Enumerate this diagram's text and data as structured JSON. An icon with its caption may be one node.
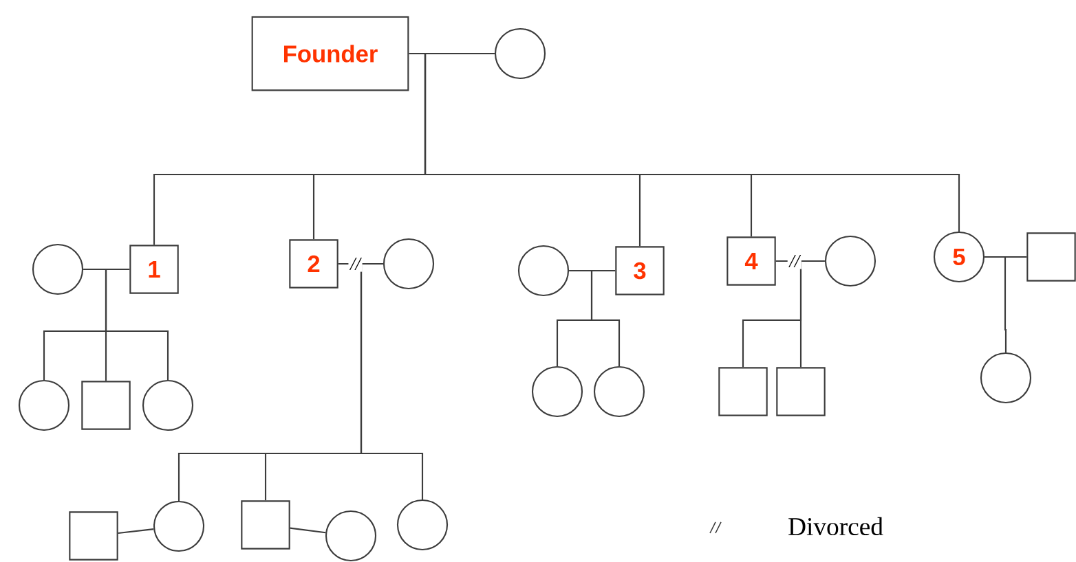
{
  "diagram": {
    "nodes": [
      {
        "text": [
          "Founder"
        ]
      },
      {
        "text": [],
        "shape": "circle"
      },
      {
        "text": [],
        "shape": "circle"
      },
      {
        "text": [
          "1"
        ]
      },
      {
        "text": [
          "2"
        ]
      },
      {
        "text": [],
        "shape": "circle"
      },
      {
        "text": [],
        "shape": "circle"
      },
      {
        "text": [
          "3"
        ]
      },
      {
        "text": [
          "4"
        ]
      },
      {
        "text": [],
        "shape": "circle"
      },
      {
        "text": [
          "5"
        ]
      },
      {
        "text": [],
        "shape": "box"
      },
      {
        "text": [],
        "shape": "circle"
      },
      {
        "text": [],
        "shape": "box"
      },
      {
        "text": [],
        "shape": "circle"
      },
      {
        "text": [],
        "shape": "circle"
      },
      {
        "text": [],
        "shape": "circle"
      },
      {
        "text": [],
        "shape": "box"
      },
      {
        "text": [],
        "shape": "box"
      },
      {
        "text": [],
        "shape": "circle"
      },
      {
        "text": [],
        "shape": "box"
      },
      {
        "text": [],
        "shape": "circle"
      },
      {
        "text": [],
        "shape": "box"
      },
      {
        "text": [],
        "shape": "circle"
      },
      {
        "text": [],
        "shape": "circle"
      }
    ],
    "edges": [
      {
        "from": 0,
        "to": 1,
        "arrow": "none"
      },
      {
        "from": 0,
        "to": 3,
        "arrow": "none"
      },
      {
        "from": 0,
        "to": 4,
        "arrow": "none"
      },
      {
        "from": 0,
        "to": 7,
        "arrow": "none"
      },
      {
        "from": 0,
        "to": 8,
        "arrow": "none"
      },
      {
        "from": 0,
        "to": 10,
        "arrow": "none"
      },
      {
        "from": 2,
        "to": 3,
        "arrow": "none"
      },
      {
        "from": 4,
        "to": 5,
        "arrow": "none",
        "label": "//"
      },
      {
        "from": 6,
        "to": 7,
        "arrow": "none"
      },
      {
        "from": 8,
        "to": 9,
        "arrow": "none",
        "label": "//"
      },
      {
        "from": 10,
        "to": 11,
        "arrow": "none"
      },
      {
        "from": 3,
        "to": 12,
        "arrow": "none"
      },
      {
        "from": 3,
        "to": 13,
        "arrow": "none"
      },
      {
        "from": 3,
        "to": 14,
        "arrow": "none"
      },
      {
        "from": 7,
        "to": 15,
        "arrow": "none"
      },
      {
        "from": 7,
        "to": 16,
        "arrow": "none"
      },
      {
        "from": 8,
        "to": 17,
        "arrow": "none"
      },
      {
        "from": 8,
        "to": 18,
        "arrow": "none"
      },
      {
        "from": 10,
        "to": 19,
        "arrow": "none"
      },
      {
        "from": 4,
        "to": 21,
        "arrow": "none"
      },
      {
        "from": 4,
        "to": 22,
        "arrow": "none"
      },
      {
        "from": 4,
        "to": 24,
        "arrow": "none"
      },
      {
        "from": 20,
        "to": 21,
        "arrow": "none"
      },
      {
        "from": 22,
        "to": 23,
        "arrow": "none"
      }
    ],
    "legend": [
      {
        "text": "Divorced"
      }
    ]
  }
}
